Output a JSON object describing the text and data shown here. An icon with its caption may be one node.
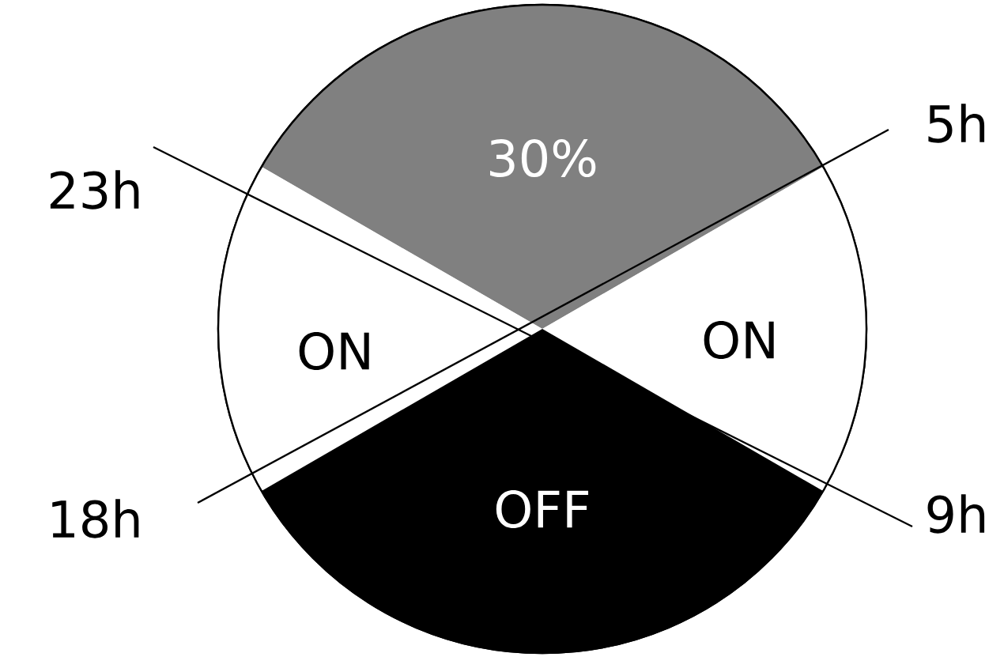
{
  "diagram": {
    "nodes": [
      {
        "text": [
          "30%"
        ]
      },
      {
        "text": [
          "ON"
        ]
      },
      {
        "text": [
          "ON"
        ]
      },
      {
        "text": [
          "OFF"
        ]
      }
    ],
    "labels": [
      "23h",
      "5h",
      "18h",
      "9h"
    ]
  }
}
